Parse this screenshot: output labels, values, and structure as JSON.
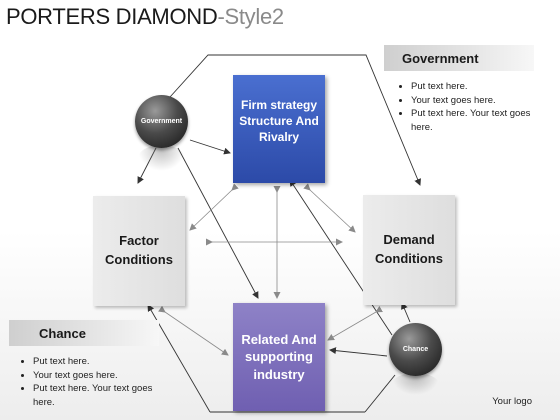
{
  "title": {
    "main": "PORTERS DIAMOND",
    "sub": "-Style2"
  },
  "boxes": {
    "firm_strategy": "Firm strategy Structure And Rivalry",
    "factor_conditions": "Factor Conditions",
    "demand_conditions": "Demand Conditions",
    "related_industry": "Related And supporting industry"
  },
  "spheres": {
    "government": "Government",
    "chance": "Chance"
  },
  "government_panel": {
    "heading": "Government",
    "bullets": [
      "Put text here.",
      "Your text goes here.",
      "Put text here. Your text goes here."
    ]
  },
  "chance_panel": {
    "heading": "Chance",
    "bullets": [
      "Put text here.",
      "Your text goes here.",
      "Put text here. Your text goes here."
    ]
  },
  "logo": "Your logo",
  "colors": {
    "firm_box": "#3a5ec0",
    "related_box": "#7f70bc",
    "neutral_box": "#e4e4e4",
    "sphere": "#2a2a2a",
    "connector": "#333333"
  }
}
